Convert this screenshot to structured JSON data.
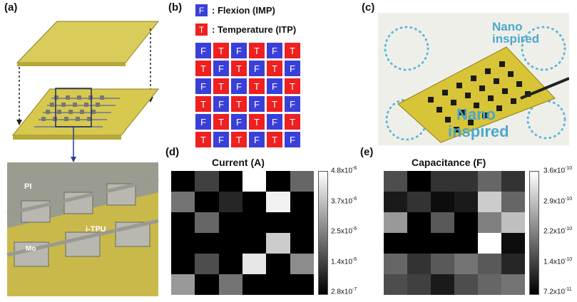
{
  "panels": {
    "a": {
      "label": "(a)",
      "annotations": {
        "pi": "PI",
        "itpu": "i-TPU",
        "mo": "Mo"
      }
    },
    "b": {
      "label": "(b)",
      "legend": [
        {
          "letter": "F",
          "text": ": Flexion (IMP)",
          "color": "#3a3fd8"
        },
        {
          "letter": "T",
          "text": ": Temperature (ITP)",
          "color": "#ee2020"
        }
      ],
      "grid": [
        [
          "F",
          "T",
          "F",
          "T",
          "F",
          "T"
        ],
        [
          "T",
          "F",
          "T",
          "F",
          "T",
          "F"
        ],
        [
          "F",
          "T",
          "F",
          "T",
          "F",
          "T"
        ],
        [
          "T",
          "F",
          "T",
          "F",
          "T",
          "F"
        ],
        [
          "F",
          "T",
          "F",
          "T",
          "F",
          "T"
        ],
        [
          "T",
          "F",
          "T",
          "F",
          "T",
          "F"
        ]
      ]
    },
    "c": {
      "label": "(c)",
      "logo_line1": "Nano",
      "logo_line2": "inspired"
    },
    "d": {
      "label": "(d)",
      "title": "Current (A)",
      "ticks": [
        {
          "base": "4.8x10",
          "exp": "-6"
        },
        {
          "base": "3.7x10",
          "exp": "-6"
        },
        {
          "base": "2.5x10",
          "exp": "-6"
        },
        {
          "base": "1.4x10",
          "exp": "-6"
        },
        {
          "base": "2.8x10",
          "exp": "-7"
        }
      ],
      "matrix": [
        [
          0.0,
          0.25,
          0.0,
          1.0,
          0.0,
          0.4
        ],
        [
          0.45,
          0.0,
          0.15,
          0.0,
          0.95,
          0.0
        ],
        [
          0.0,
          0.4,
          0.0,
          0.0,
          0.0,
          0.0
        ],
        [
          0.0,
          0.0,
          0.0,
          0.0,
          0.8,
          0.0
        ],
        [
          0.0,
          0.3,
          0.0,
          0.9,
          0.0,
          0.55
        ],
        [
          0.6,
          0.0,
          0.45,
          0.0,
          0.0,
          0.0
        ]
      ]
    },
    "e": {
      "label": "(e)",
      "title": "Capacitance (F)",
      "ticks": [
        {
          "base": "3.6x10",
          "exp": "-10"
        },
        {
          "base": "2.9x10",
          "exp": "-10"
        },
        {
          "base": "2.2x10",
          "exp": "-10"
        },
        {
          "base": "1.4x10",
          "exp": "-10"
        },
        {
          "base": "7.2x10",
          "exp": "-11"
        }
      ],
      "matrix": [
        [
          0.3,
          0.0,
          0.2,
          0.2,
          0.4,
          0.2
        ],
        [
          0.1,
          0.2,
          0.05,
          0.1,
          0.8,
          0.4
        ],
        [
          0.6,
          0.0,
          0.35,
          0.0,
          0.5,
          0.75
        ],
        [
          0.0,
          0.0,
          0.0,
          0.0,
          1.0,
          0.05
        ],
        [
          0.4,
          0.2,
          0.35,
          0.45,
          0.35,
          0.15
        ],
        [
          0.3,
          0.25,
          0.1,
          0.3,
          0.4,
          0.45
        ]
      ]
    }
  }
}
